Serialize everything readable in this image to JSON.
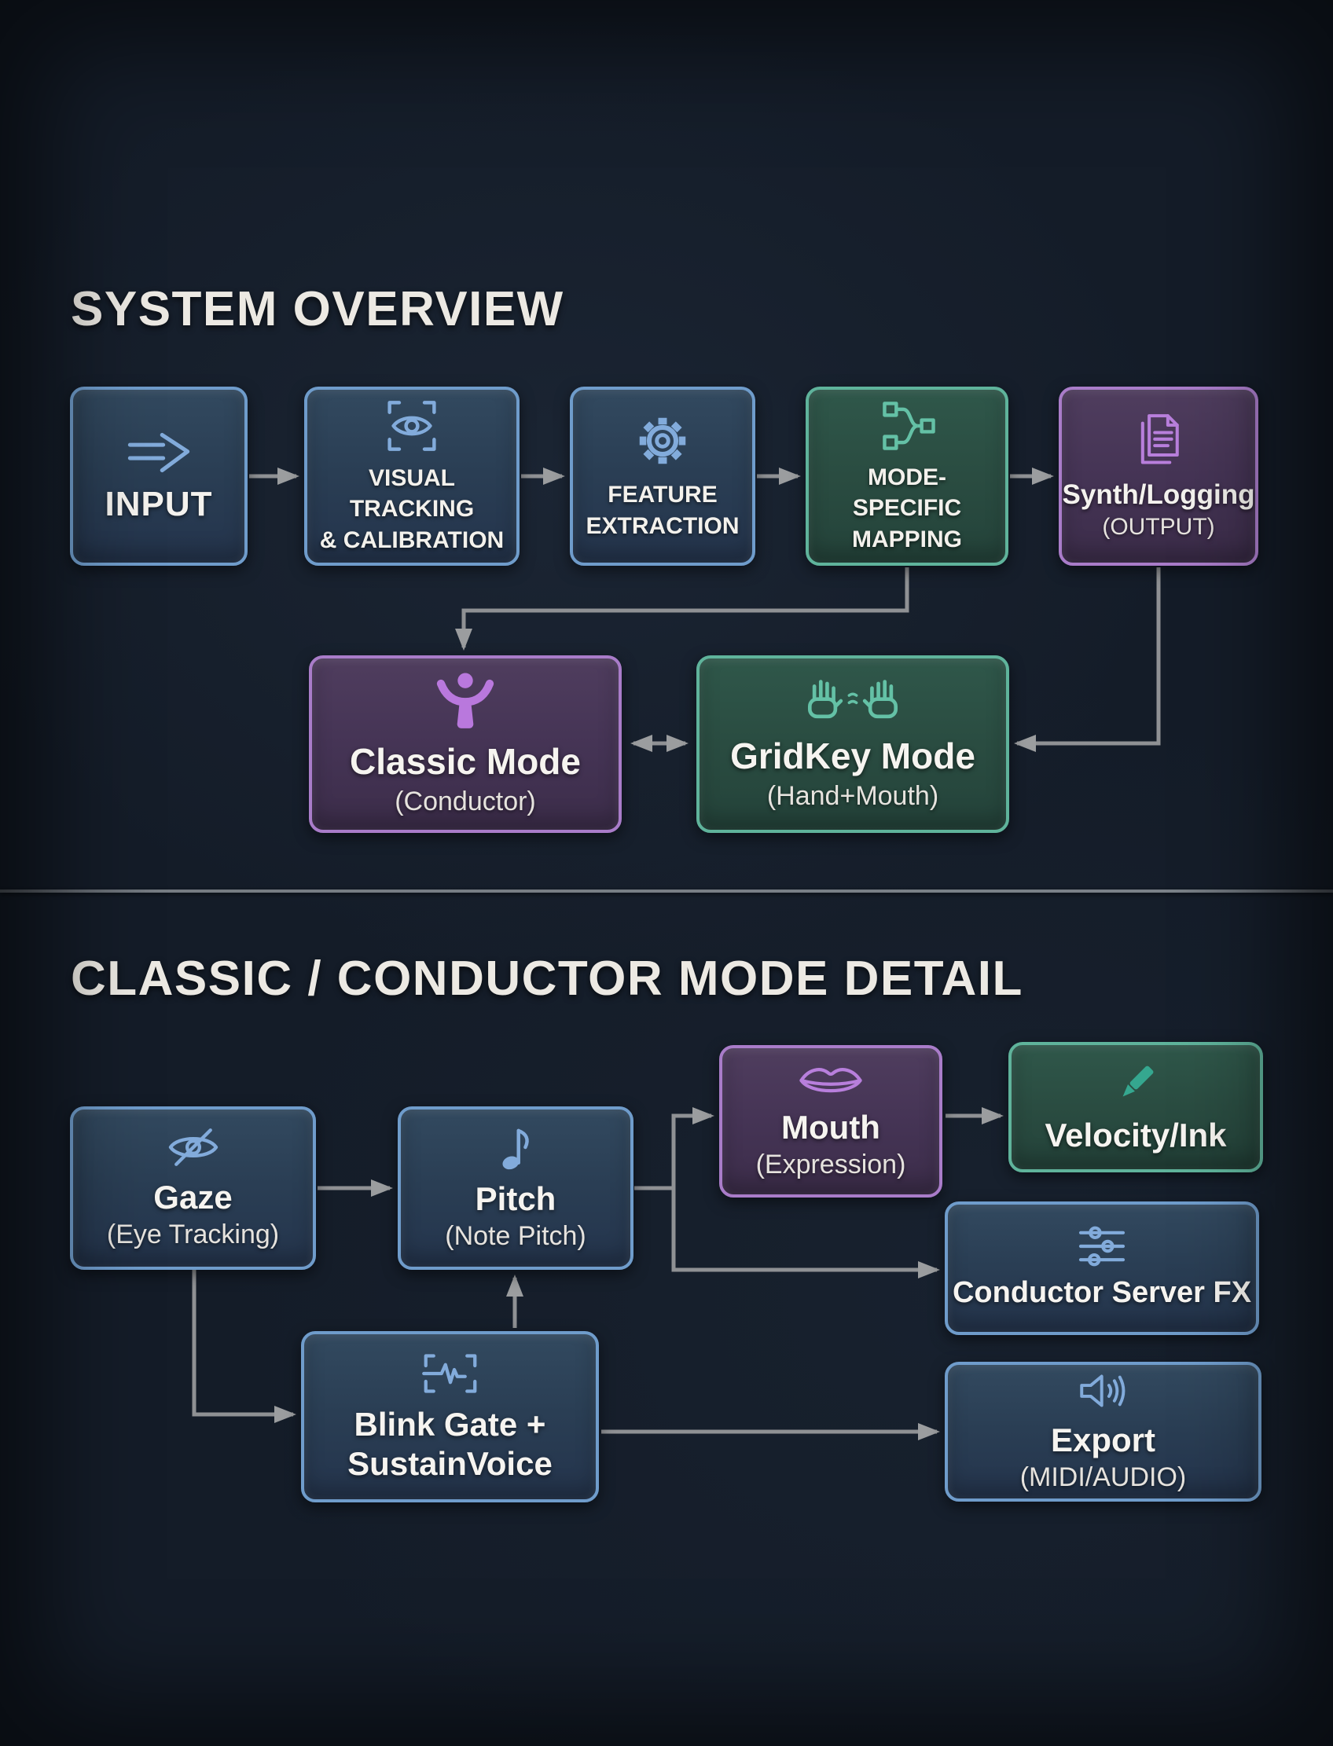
{
  "overview": {
    "title": "SYSTEM OVERVIEW",
    "nodes": {
      "input": {
        "label": "INPUT",
        "icon": "arrow-right-icon",
        "theme": "blue"
      },
      "visual": {
        "line1": "VISUAL TRACKING",
        "line2": "& CALIBRATION",
        "icon": "eye-scan-icon",
        "theme": "blue"
      },
      "feature": {
        "line1": "FEATURE",
        "line2": "EXTRACTION",
        "icon": "gear-icon",
        "theme": "blue"
      },
      "mapping": {
        "line1": "MODE-SPECIFIC",
        "line2": "MAPPING",
        "icon": "branch-icon",
        "theme": "green"
      },
      "synth": {
        "label": "Synth/Logging",
        "sub": "(OUTPUT)",
        "icon": "documents-icon",
        "theme": "purple"
      },
      "classic": {
        "label": "Classic Mode",
        "sub": "(Conductor)",
        "icon": "conductor-icon",
        "theme": "purple"
      },
      "gridkey": {
        "label": "GridKey Mode",
        "sub": "(Hand+Mouth)",
        "icon": "hands-icon",
        "theme": "green"
      }
    },
    "edges": [
      {
        "from": "input",
        "to": "visual",
        "style": "arrow"
      },
      {
        "from": "visual",
        "to": "feature",
        "style": "arrow"
      },
      {
        "from": "feature",
        "to": "mapping",
        "style": "arrow"
      },
      {
        "from": "mapping",
        "to": "synth",
        "style": "arrow"
      },
      {
        "from": "mapping",
        "to": "classic",
        "style": "arrow"
      },
      {
        "from": "synth",
        "to": "gridkey",
        "style": "arrow"
      },
      {
        "from": "classic",
        "to": "gridkey",
        "style": "double-arrow"
      }
    ]
  },
  "detail": {
    "title": "CLASSIC / CONDUCTOR MODE DETAIL",
    "nodes": {
      "gaze": {
        "label": "Gaze",
        "sub": "(Eye Tracking)",
        "icon": "eye-slash-icon",
        "theme": "blue"
      },
      "pitch": {
        "label": "Pitch",
        "sub": "(Note Pitch)",
        "icon": "music-note-icon",
        "theme": "blue"
      },
      "mouth": {
        "label": "Mouth",
        "sub": "(Expression)",
        "icon": "lips-icon",
        "theme": "purple"
      },
      "velocity": {
        "label": "Velocity/Ink",
        "icon": "pencil-icon",
        "theme": "green"
      },
      "fx": {
        "label": "Conductor Server FX",
        "icon": "sliders-icon",
        "theme": "blue"
      },
      "blink": {
        "line1": "Blink Gate +",
        "line2": "SustainVoice",
        "icon": "pulse-bracket-icon",
        "theme": "blue"
      },
      "export": {
        "label": "Export",
        "sub": "(MIDI/AUDIO)",
        "icon": "speaker-icon",
        "theme": "blue"
      }
    },
    "edges": [
      {
        "from": "gaze",
        "to": "pitch",
        "style": "arrow"
      },
      {
        "from": "gaze",
        "to": "blink",
        "style": "arrow"
      },
      {
        "from": "blink",
        "to": "pitch",
        "style": "arrow"
      },
      {
        "from": "pitch",
        "to": "mouth",
        "style": "arrow"
      },
      {
        "from": "pitch",
        "to": "fx",
        "style": "arrow"
      },
      {
        "from": "mouth",
        "to": "velocity",
        "style": "arrow"
      },
      {
        "from": "blink",
        "to": "export",
        "style": "arrow"
      }
    ]
  },
  "colors": {
    "background": "#141c28",
    "box_blue_border": "#6f9ccb",
    "box_green_border": "#5fb39b",
    "box_purple_border": "#a97cc9",
    "icon_blue": "#82abdb",
    "icon_green": "#64c1a6",
    "icon_purple": "#b87fdc",
    "arrow_gray": "#8f9194",
    "divider_gray": "#767c83",
    "title_text": "#ece9e3",
    "label_text": "#f4f2ee"
  }
}
